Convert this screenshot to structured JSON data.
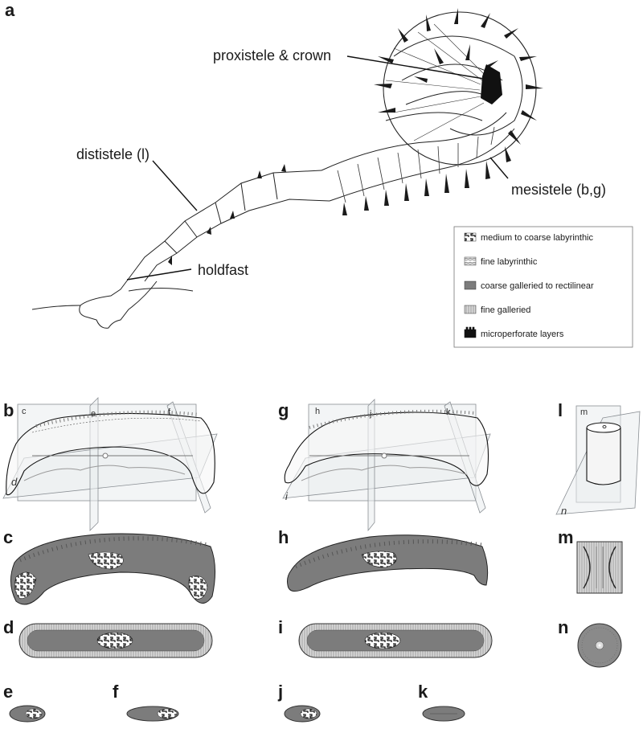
{
  "panels": {
    "a": "a",
    "b": "b",
    "c": "c",
    "d": "d",
    "e": "e",
    "f": "f",
    "g": "g",
    "h": "h",
    "i": "i",
    "j": "j",
    "k": "k",
    "l": "l",
    "m": "m",
    "n": "n"
  },
  "callouts": {
    "proxistele": "proxistele & crown",
    "dististele": "dististele (l)",
    "mesistele": "mesistele (b,g)",
    "holdfast": "holdfast"
  },
  "legend": [
    {
      "pattern": "medium-coarse-labyrinthic",
      "label": "medium to coarse labyrinthic"
    },
    {
      "pattern": "fine-labyrinthic",
      "label": "fine labyrinthic"
    },
    {
      "pattern": "coarse-galleried",
      "label": "coarse galleried to rectilinear"
    },
    {
      "pattern": "fine-galleried",
      "label": "fine galleried"
    },
    {
      "pattern": "microperforate",
      "label": "microperforate layers"
    }
  ],
  "plane_labels": {
    "b": {
      "c": "c",
      "d": "d",
      "e": "e",
      "f": "f"
    },
    "g": {
      "h": "h",
      "i": "i",
      "j": "j",
      "k": "k"
    },
    "l": {
      "m": "m",
      "n": "n"
    }
  },
  "colors": {
    "section_gray": "#8a8a8a",
    "plane_gray": "#e9ecef",
    "ink": "#1a1a1a"
  }
}
